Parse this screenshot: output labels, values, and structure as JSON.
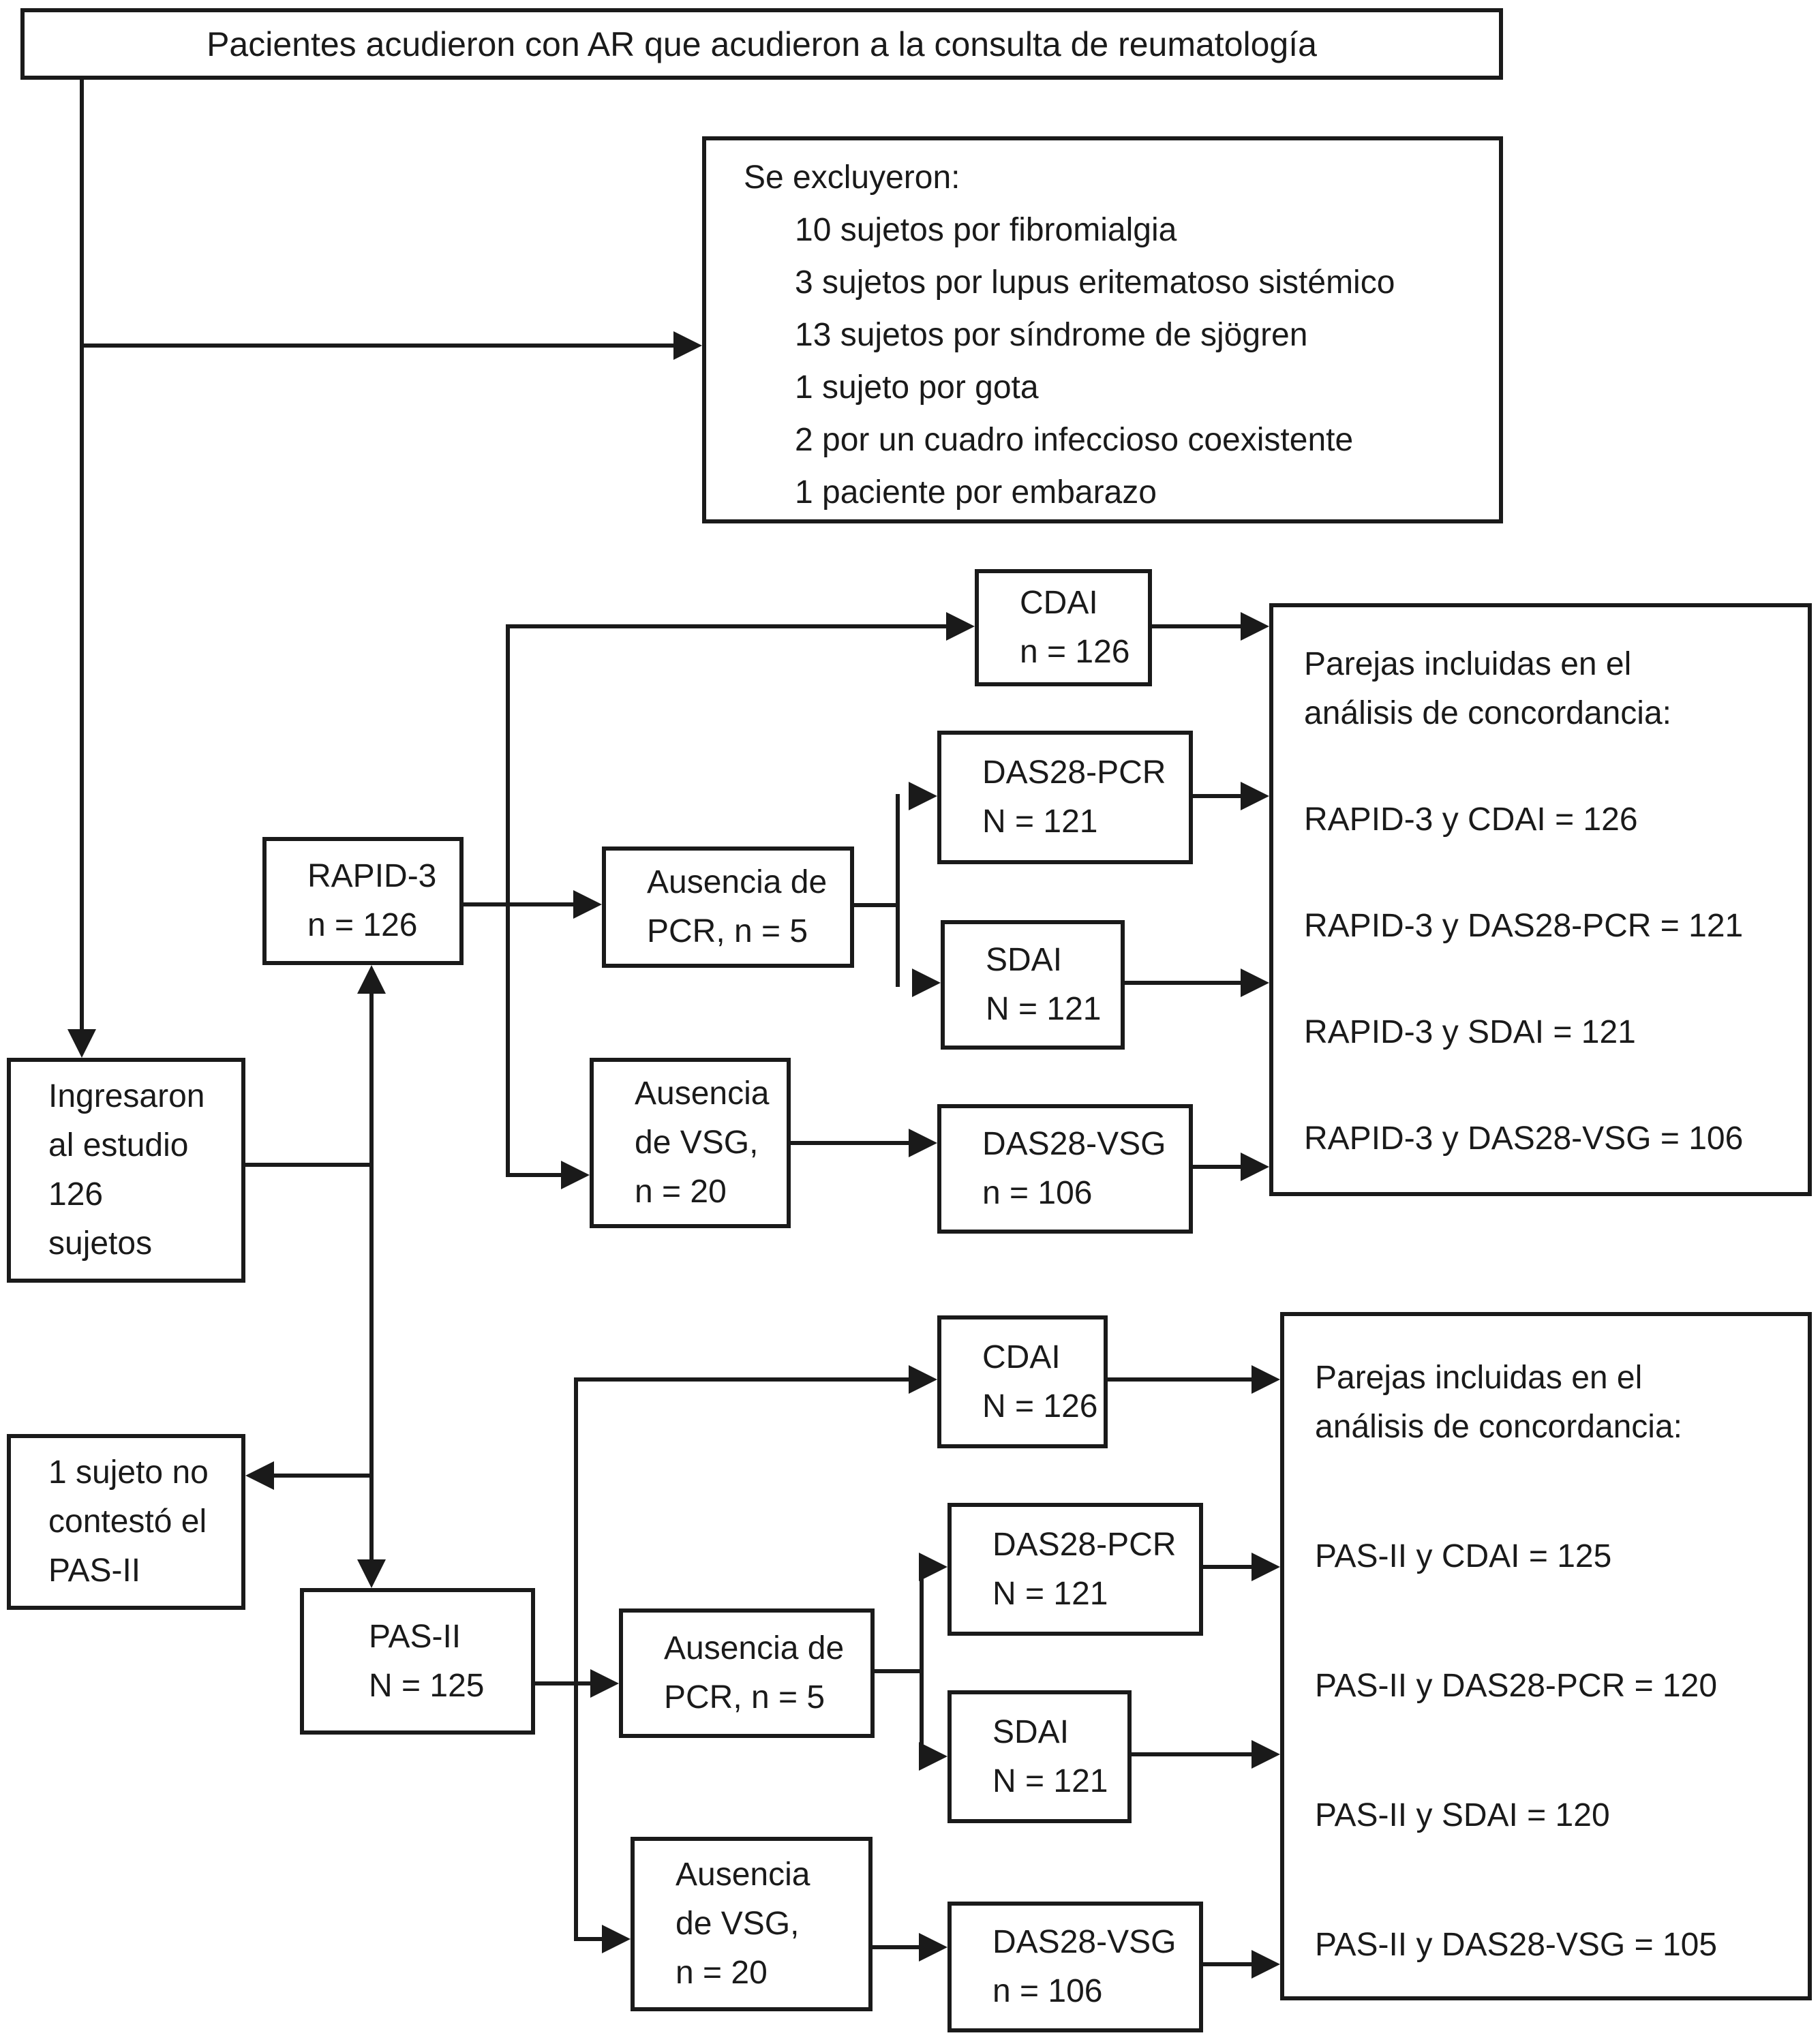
{
  "colors": {
    "ink": "#1a1a1a",
    "background": "#ffffff"
  },
  "nodes": {
    "title": "Pacientes acudieron con AR que acudieron a la consulta de reumatología",
    "exclusion": {
      "heading": "Se excluyeron:",
      "items": [
        "10 sujetos por fibromialgia",
        "3 sujetos por lupus eritematoso sistémico",
        "13 sujetos por síndrome de sjögren",
        "1 sujeto por gota",
        "2 por un cuadro infeccioso coexistente",
        "1 paciente por embarazo"
      ]
    },
    "ingresaron": {
      "lines": [
        "Ingresaron",
        "al estudio",
        "126",
        "sujetos"
      ]
    },
    "sujeto_no_contesto": {
      "lines": [
        "1 sujeto no",
        "contestó el",
        "PAS-II"
      ]
    },
    "rapid3": {
      "lines": [
        "RAPID-3",
        "n = 126"
      ]
    },
    "cdai_rapid3": {
      "lines": [
        "CDAI",
        "n = 126"
      ]
    },
    "ausencia_pcr_rapid3": {
      "lines": [
        "Ausencia de",
        "PCR, n = 5"
      ]
    },
    "das28pcr_rapid3": {
      "lines": [
        "DAS28-PCR",
        "N = 121"
      ]
    },
    "sdai_rapid3": {
      "lines": [
        "SDAI",
        "N = 121"
      ]
    },
    "ausencia_vsg_rapid3": {
      "lines": [
        "Ausencia",
        "de VSG,",
        "n = 20"
      ]
    },
    "das28vsg_rapid3": {
      "lines": [
        "DAS28-VSG",
        "n = 106"
      ]
    },
    "parejas_rapid3": {
      "heading": [
        "Parejas incluidas en el",
        "análisis de concordancia:"
      ],
      "items": [
        "RAPID-3 y CDAI = 126",
        "RAPID-3 y DAS28-PCR = 121",
        "RAPID-3 y SDAI = 121",
        "RAPID-3 y DAS28-VSG = 106"
      ]
    },
    "pasii": {
      "lines": [
        "PAS-II",
        "N = 125"
      ]
    },
    "cdai_pasii": {
      "lines": [
        "CDAI",
        "N = 126"
      ]
    },
    "ausencia_pcr_pasii": {
      "lines": [
        "Ausencia de",
        "PCR, n = 5"
      ]
    },
    "das28pcr_pasii": {
      "lines": [
        "DAS28-PCR",
        "N = 121"
      ]
    },
    "sdai_pasii": {
      "lines": [
        "SDAI",
        "N = 121"
      ]
    },
    "ausencia_vsg_pasii": {
      "lines": [
        "Ausencia",
        "de VSG,",
        "n = 20"
      ]
    },
    "das28vsg_pasii": {
      "lines": [
        "DAS28-VSG",
        "n = 106"
      ]
    },
    "parejas_pasii": {
      "heading": [
        "Parejas incluidas en el",
        "análisis de concordancia:"
      ],
      "items": [
        "PAS-II y CDAI = 125",
        "PAS-II y DAS28-PCR = 120",
        "PAS-II y SDAI = 120",
        "PAS-II y DAS28-VSG = 105"
      ]
    }
  }
}
